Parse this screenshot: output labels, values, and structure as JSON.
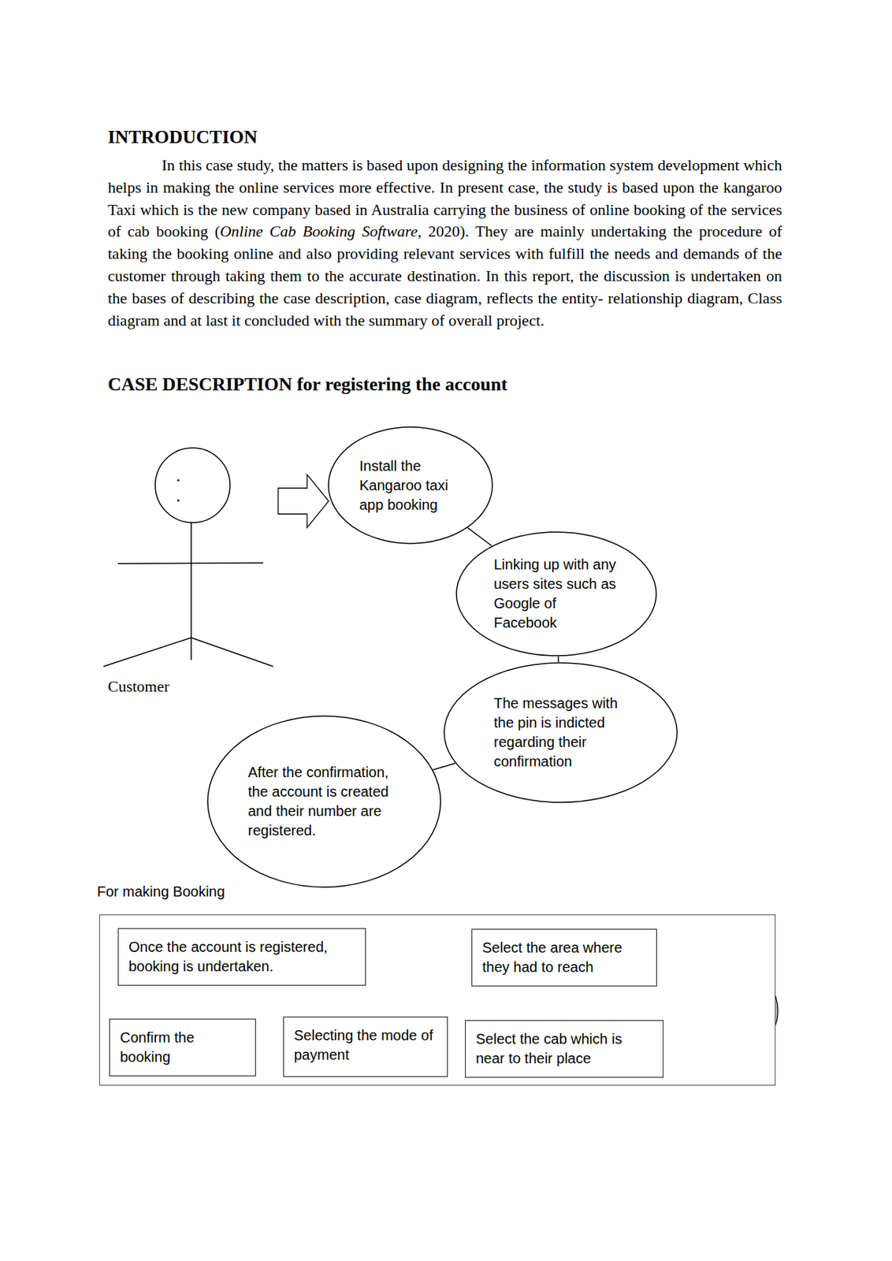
{
  "diagram": {
    "title": "CASE DESCRIPTION for registering the account",
    "nodes": [
      {
        "text": [
          "Customer"
        ]
      },
      {
        "text": [
          "Install the Kangaroo taxi app booking"
        ]
      },
      {
        "text": [
          "Linking up with any users sites such as Google of Facebook"
        ]
      },
      {
        "text": [
          "The messages with the pin is indicted regarding their confirmation"
        ]
      },
      {
        "text": [
          "After the confirmation, the account is created and their number are registered."
        ]
      },
      {
        "text": [
          "For making Booking"
        ]
      },
      {
        "text": [
          "Once the account is registered, booking is undertaken."
        ],
        "in": 5
      },
      {
        "text": [
          "Select the area where they had to reach"
        ],
        "in": 5
      },
      {
        "text": [
          "Select the cab which is near to their place"
        ],
        "in": 5
      },
      {
        "text": [
          "Selecting the mode of payment"
        ],
        "in": 5
      },
      {
        "text": [
          "Confirm the booking"
        ],
        "in": 5
      }
    ],
    "edges": [
      {
        "from": 0,
        "to": 1,
        "arrow": "to"
      },
      {
        "from": 1,
        "to": 2,
        "arrow": "none"
      },
      {
        "from": 2,
        "to": 3,
        "arrow": "none"
      },
      {
        "from": 3,
        "to": 4,
        "arrow": "none"
      },
      {
        "from": 6,
        "to": 7,
        "arrow": "to"
      },
      {
        "from": 7,
        "to": 8,
        "arrow": "to"
      },
      {
        "from": 8,
        "to": 9,
        "arrow": "none"
      },
      {
        "from": 9,
        "to": 10,
        "arrow": "none"
      }
    ],
    "labels": [
      "INTRODUCTION",
      "In this case study, the matters is based upon designing the information system development which helps in making the online services more effective. In present case, the study is based upon the kangaroo Taxi which is the new company based in Australia carrying the business of online booking of the services of cab booking (",
      "Online Cab Booking Software",
      ", 2020). They are mainly undertaking the procedure of taking the booking online and also providing relevant services with fulfill the needs and demands of the customer through taking them to the accurate destination. In this report, the discussion is undertaken on the bases of describing the case description, case diagram, reflects the entity- relationship diagram, Class diagram and at last it concluded with the summary of overall project."
    ]
  }
}
